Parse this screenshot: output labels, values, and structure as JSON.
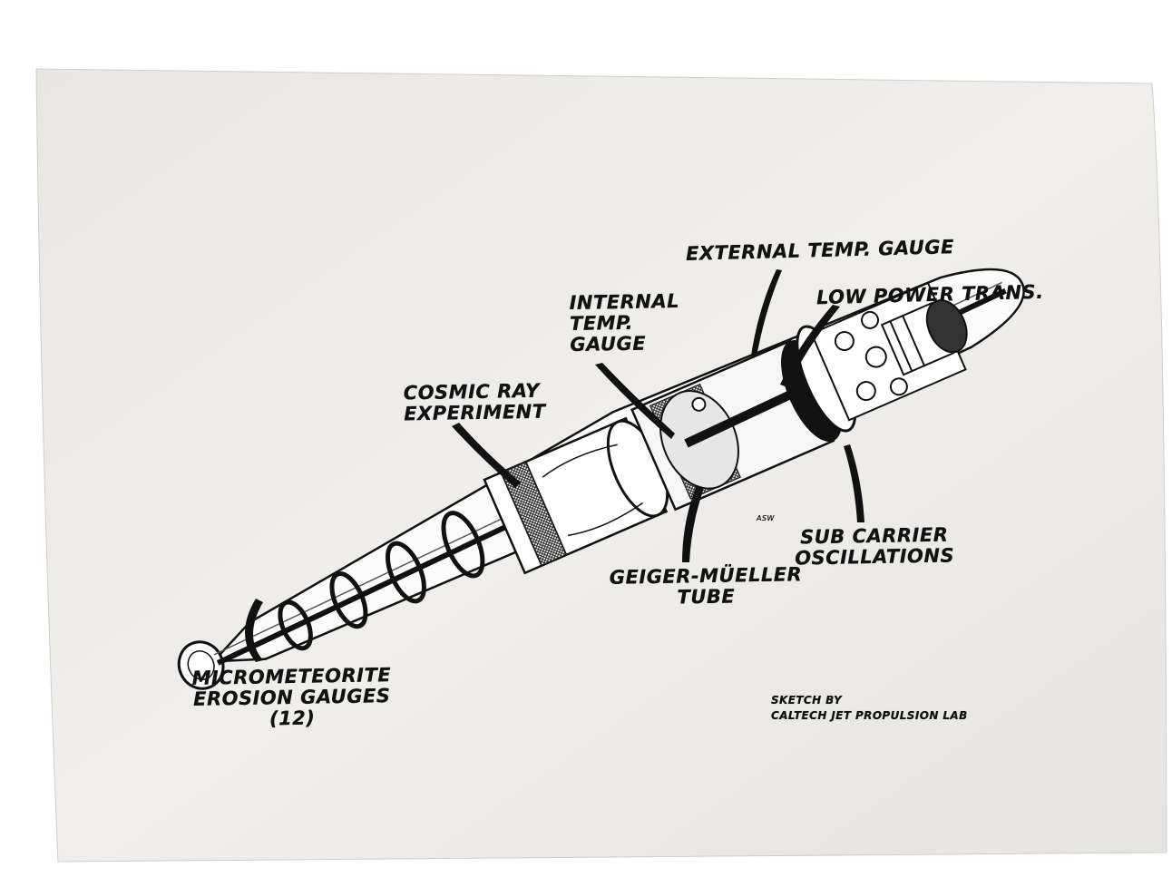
{
  "labels": {
    "external_temp_gauge": "EXTERNAL TEMP. GAUGE",
    "low_power_trans": "LOW POWER TRANS.",
    "internal_temp_gauge": [
      "INTERNAL",
      "TEMP.",
      "GAUGE"
    ],
    "cosmic_ray_experiment": [
      "COSMIC RAY",
      "EXPERIMENT"
    ],
    "geiger_mueller_tube": [
      "GEIGER-MÜELLER",
      "TUBE"
    ],
    "sub_carrier_oscillations": [
      "SUB CARRIER",
      "OSCILLATIONS"
    ],
    "micrometeorite_erosion_gauges": [
      "MICROMETEORITE",
      "EROSION GAUGES",
      "(12)"
    ],
    "artist_initials": "ASW"
  },
  "credit": {
    "line1": "SKETCH BY",
    "line2": "CALTECH JET PROPULSION LAB"
  },
  "colors": {
    "paper": "#eceae7",
    "background": "#ffffff",
    "ink": "#111111"
  }
}
